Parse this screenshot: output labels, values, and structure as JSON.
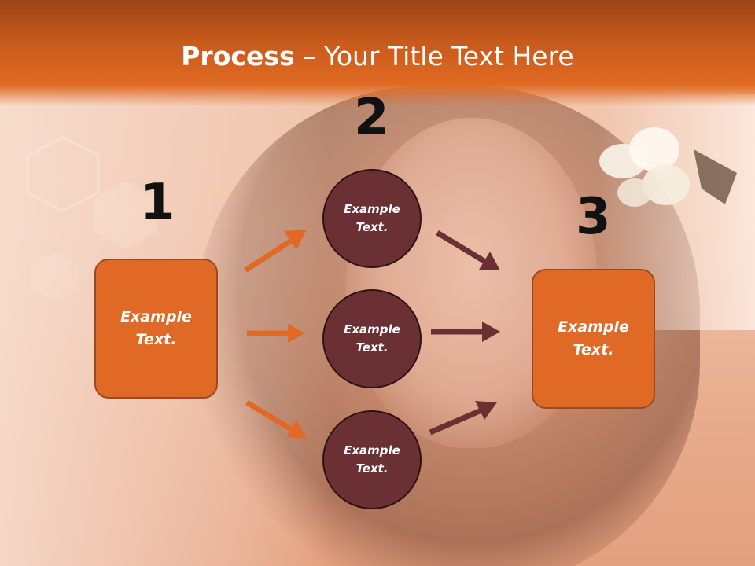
{
  "slide": {
    "title_bold": "Process",
    "title_rest": " – Your Title Text Here"
  },
  "steps": {
    "step1_number": "1",
    "step2_number": "2",
    "step3_number": "3"
  },
  "nodes": {
    "left_box": "Example\nText.",
    "circle_top": "Example\nText.",
    "circle_middle": "Example\nText.",
    "circle_bottom": "Example\nText.",
    "right_box": "Example\nText."
  },
  "colors": {
    "header": "#e06a22",
    "box_fill": "#e06a25",
    "circle_fill": "#6b3033",
    "arrow_orange": "#e06a25",
    "arrow_dark": "#6b3033"
  }
}
